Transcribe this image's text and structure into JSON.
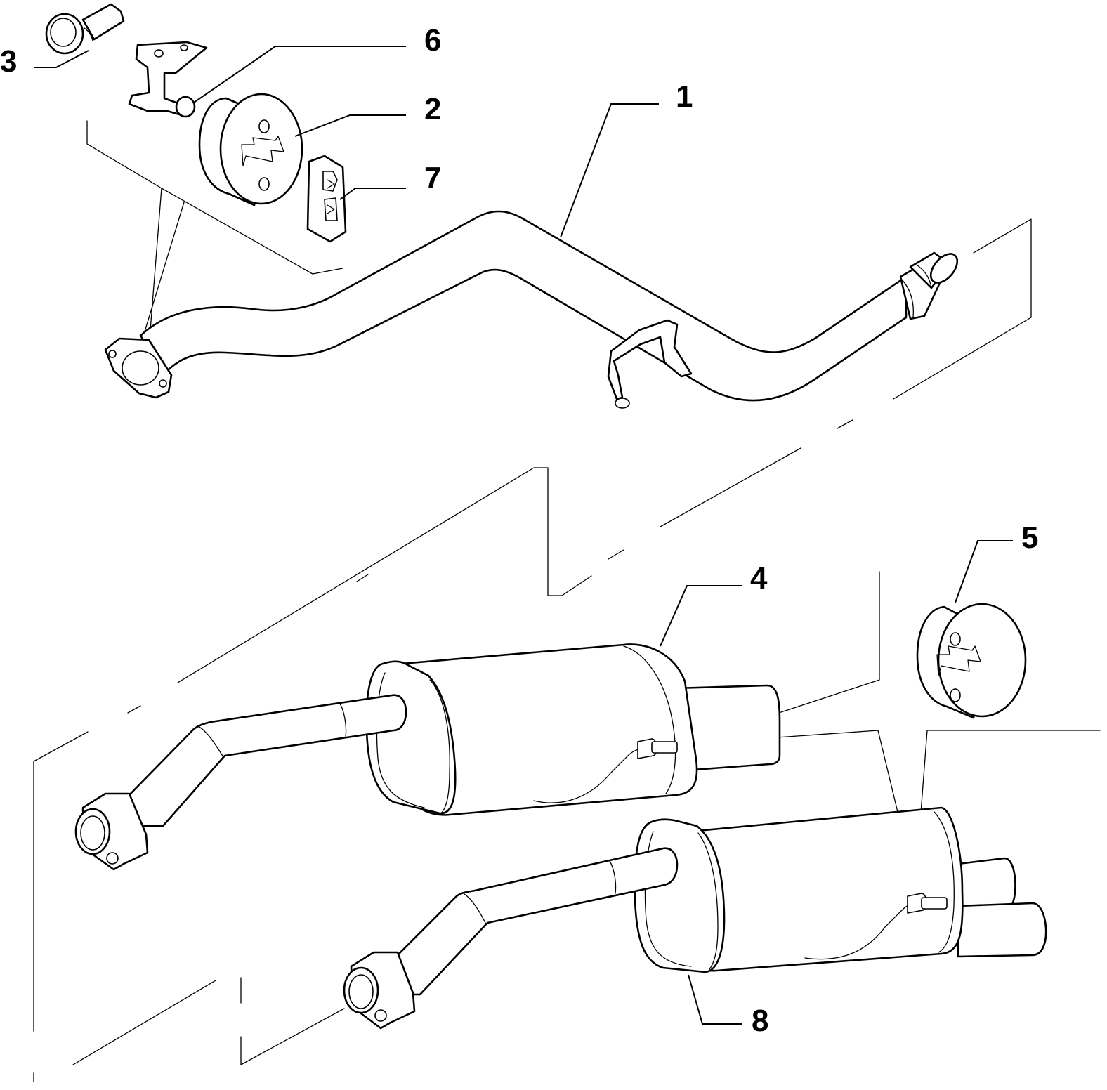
{
  "diagram": {
    "callouts": [
      {
        "id": "1",
        "label": "1"
      },
      {
        "id": "2",
        "label": "2"
      },
      {
        "id": "3",
        "label": "3"
      },
      {
        "id": "4",
        "label": "4"
      },
      {
        "id": "5",
        "label": "5"
      },
      {
        "id": "6",
        "label": "6"
      },
      {
        "id": "7",
        "label": "7"
      },
      {
        "id": "8",
        "label": "8"
      }
    ],
    "parts": [
      {
        "callout": "1",
        "icon": "front-exhaust-pipe-icon"
      },
      {
        "callout": "2",
        "icon": "rubber-mount-icon"
      },
      {
        "callout": "3",
        "icon": "flange-bolt-icon"
      },
      {
        "callout": "4",
        "icon": "rear-muffler-single-outlet-icon"
      },
      {
        "callout": "5",
        "icon": "rubber-mount-icon"
      },
      {
        "callout": "6",
        "icon": "hanger-bracket-icon"
      },
      {
        "callout": "7",
        "icon": "rubber-block-icon"
      },
      {
        "callout": "8",
        "icon": "rear-muffler-twin-outlet-icon"
      }
    ],
    "line_color": "#000000",
    "background": "#ffffff"
  }
}
